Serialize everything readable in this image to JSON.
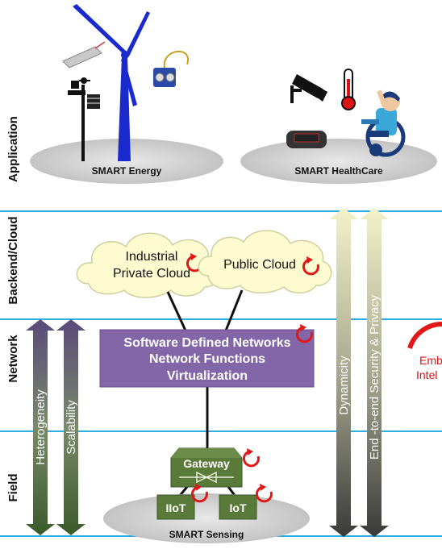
{
  "layers": {
    "application": "Application",
    "backend_cloud": "Backend/Cloud",
    "network": "Network",
    "field": "Field"
  },
  "platforms": {
    "energy": "SMART Energy",
    "healthcare": "SMART HealthCare",
    "sensing": "SMART Sensing"
  },
  "clouds": {
    "industrial_line1": "Industrial",
    "industrial_line2": "Private Cloud",
    "public": "Public Cloud"
  },
  "sdn": {
    "line1": "Software Defined Networks",
    "line2": "Network Functions",
    "line3": "Virtualization"
  },
  "devices": {
    "gateway": "Gateway",
    "iiot": "IIoT",
    "iot": "IoT"
  },
  "arrows": {
    "heterogeneity": "Heterogeneity",
    "scalability": "Scalability",
    "dynamicity": "Dynamicity",
    "security": "End -to-end Security & Privacy"
  },
  "embedded": {
    "line1": "Emb",
    "line2": "Intel"
  },
  "colors": {
    "layer_line": "#2ab0e0",
    "sdn_box": "#8266a8",
    "device_green": "#5a7a3a",
    "refresh_red": "#e01818",
    "cloud_fill": "#fffbd0"
  }
}
